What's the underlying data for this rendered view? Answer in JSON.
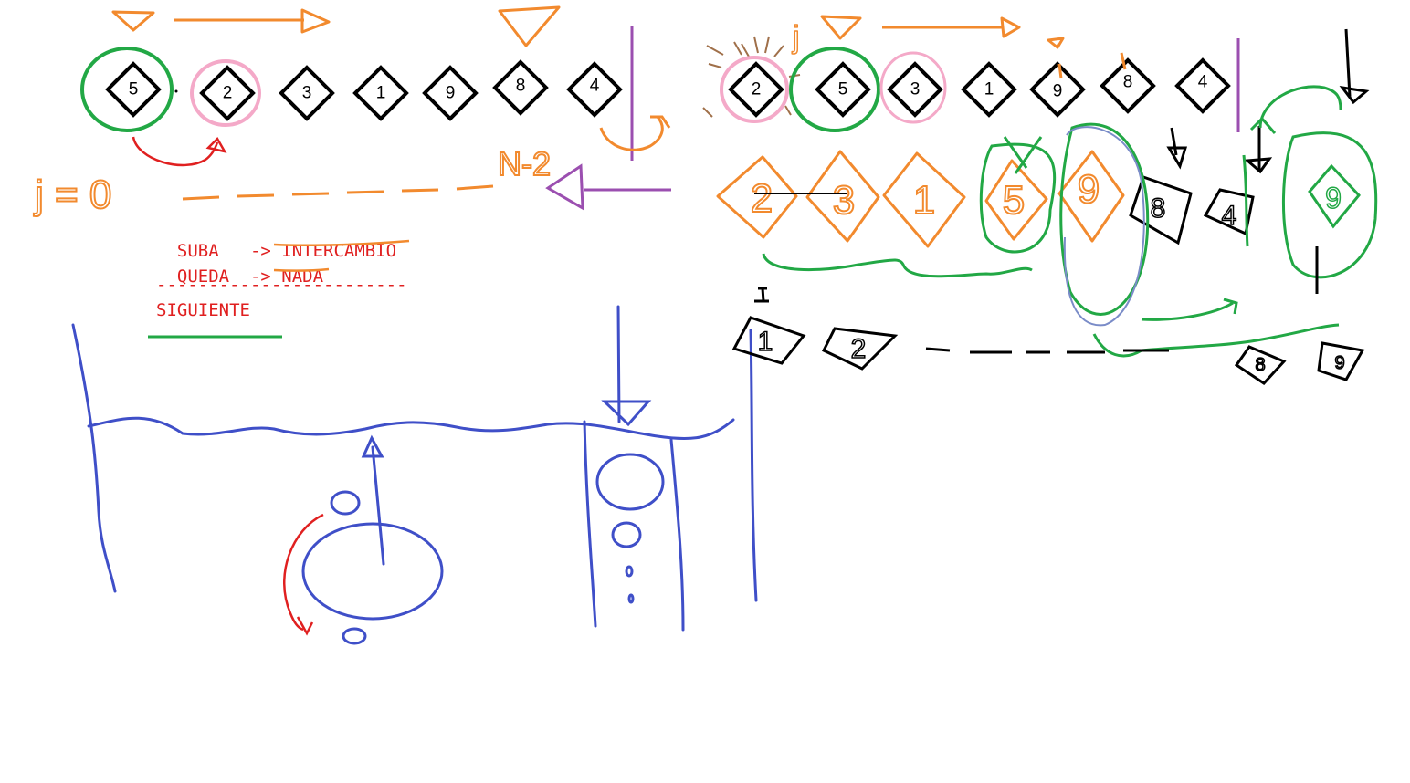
{
  "top_left_array": [
    "5",
    "2",
    "3",
    "1",
    "9",
    "8",
    "4"
  ],
  "top_right_array": [
    "2",
    "5",
    "3",
    "1",
    "9",
    "8",
    "4"
  ],
  "second_row_orange": [
    "2",
    "3",
    "1",
    "5",
    "9"
  ],
  "second_row_black": [
    "8",
    "4"
  ],
  "second_row_green": "9",
  "third_row": [
    "1",
    "2"
  ],
  "third_row_tail": [
    "8",
    "9"
  ],
  "labels": {
    "j_eq_0": "j = 0",
    "n_minus_2": "N-2",
    "j_top": "j"
  },
  "legend": {
    "line1_left": "SUBA   -> ",
    "line1_right": "INTERCAMBIO",
    "line2_left": "QUEDA  -> ",
    "line2_right": "NADA",
    "separator": "------------------------",
    "line3": "SIGUIENTE"
  },
  "colors": {
    "orange": "#f28a2e",
    "green": "#22a845",
    "pink": "#f4a9c8",
    "red": "#e02020",
    "purple": "#9b4fb0",
    "blue": "#3f4fc8",
    "brown": "#a0704a",
    "black": "#000000"
  }
}
